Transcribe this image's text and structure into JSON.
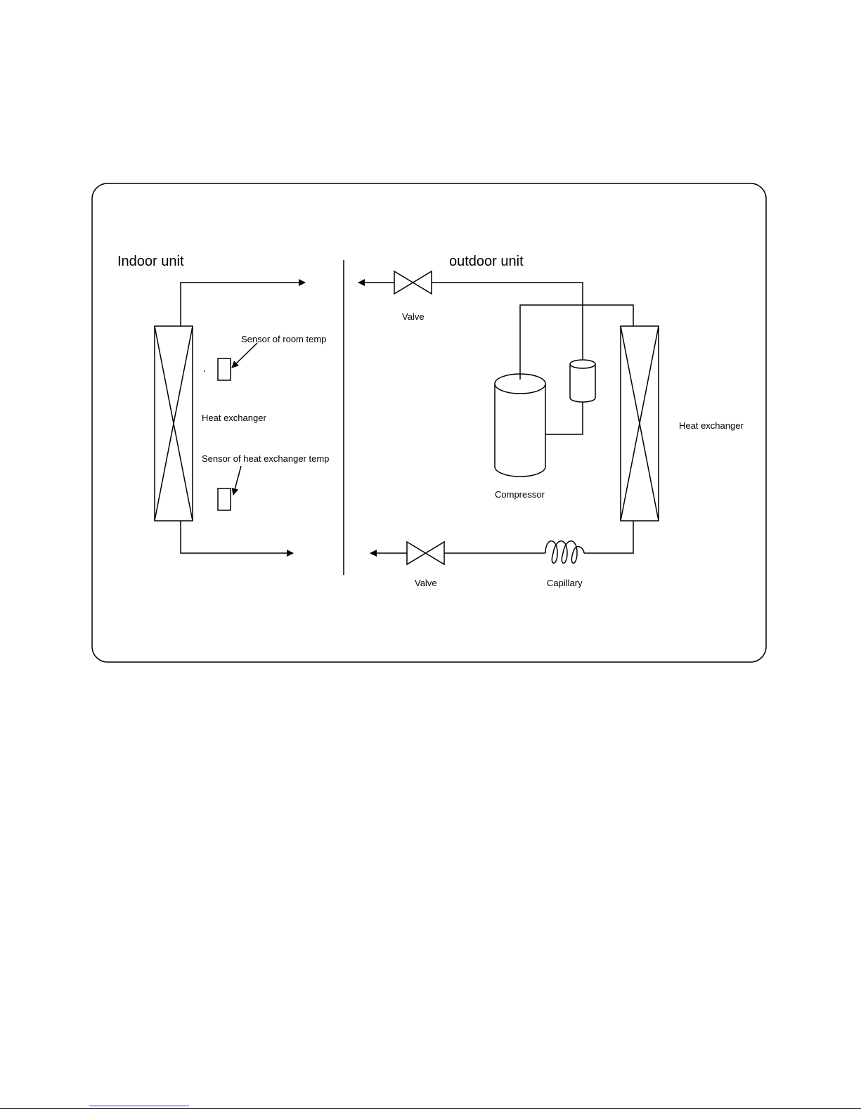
{
  "labels": {
    "indoor_unit": "Indoor unit",
    "outdoor_unit": "outdoor unit",
    "valve_top": "Valve",
    "valve_bottom": "Valve",
    "sensor_room": "Sensor of room temp",
    "sensor_hex": "Sensor of heat exchanger temp",
    "hex_indoor": "Heat exchanger",
    "hex_outdoor": "Heat exchanger",
    "compressor": "Compressor",
    "capillary": "Capillary"
  },
  "colors": {
    "line": "#000000",
    "background": "#ffffff",
    "footer_link": "#3333cc"
  }
}
